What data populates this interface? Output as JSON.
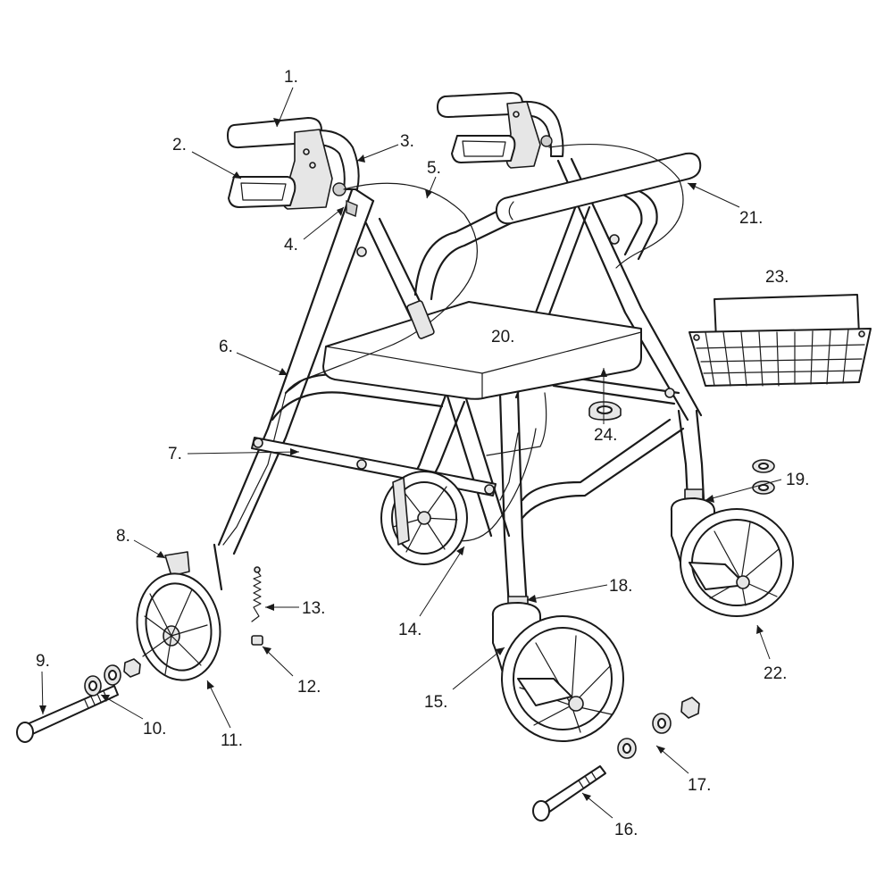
{
  "callouts": [
    {
      "id": "1",
      "text": "1."
    },
    {
      "id": "2",
      "text": "2."
    },
    {
      "id": "3",
      "text": "3."
    },
    {
      "id": "4",
      "text": "4."
    },
    {
      "id": "5",
      "text": "5."
    },
    {
      "id": "6",
      "text": "6."
    },
    {
      "id": "7",
      "text": "7."
    },
    {
      "id": "8",
      "text": "8."
    },
    {
      "id": "9",
      "text": "9."
    },
    {
      "id": "10",
      "text": "10."
    },
    {
      "id": "11",
      "text": "11."
    },
    {
      "id": "12",
      "text": "12."
    },
    {
      "id": "13",
      "text": "13."
    },
    {
      "id": "14",
      "text": "14."
    },
    {
      "id": "15",
      "text": "15."
    },
    {
      "id": "16",
      "text": "16."
    },
    {
      "id": "17",
      "text": "17."
    },
    {
      "id": "18",
      "text": "18."
    },
    {
      "id": "19",
      "text": "19."
    },
    {
      "id": "20",
      "text": "20."
    },
    {
      "id": "21",
      "text": "21."
    },
    {
      "id": "22",
      "text": "22."
    },
    {
      "id": "23",
      "text": "23."
    },
    {
      "id": "24",
      "text": "24."
    }
  ],
  "colors": {
    "line": "#1a1a1a",
    "part_fill": "#e6e6e6",
    "background": "#ffffff"
  }
}
